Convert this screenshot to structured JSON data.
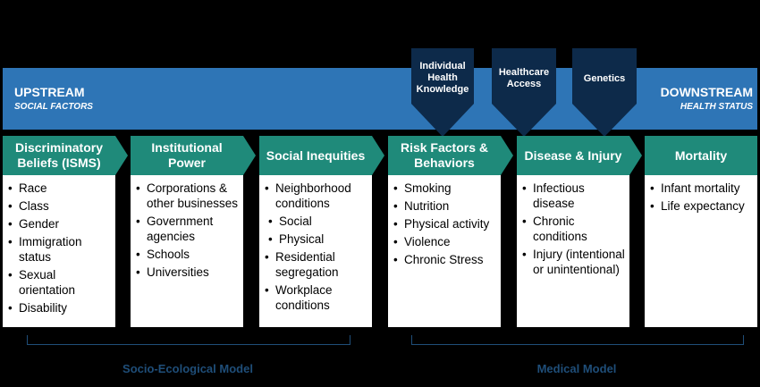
{
  "upstream": {
    "title": "UPSTREAM",
    "subtitle": "SOCIAL FACTORS"
  },
  "downstream": {
    "title": "DOWNSTREAM",
    "subtitle": "HEALTH STATUS"
  },
  "influences": [
    {
      "label": "Individual Health Knowledge",
      "lines": [
        "Individual",
        "Health",
        "Knowledge"
      ]
    },
    {
      "label": "Healthcare Access",
      "lines": [
        "Healthcare",
        "Access"
      ]
    },
    {
      "label": "Genetics",
      "lines": [
        "Genetics"
      ]
    }
  ],
  "columns": [
    {
      "title_lines": [
        "Discriminatory",
        "Beliefs (ISMS)"
      ],
      "items": [
        {
          "t": "Race"
        },
        {
          "t": "Class"
        },
        {
          "t": "Gender"
        },
        {
          "t": "Immigration status"
        },
        {
          "t": "Sexual orientation"
        },
        {
          "t": "Disability"
        }
      ]
    },
    {
      "title_lines": [
        "Institutional",
        "Power"
      ],
      "items": [
        {
          "t": "Corporations & other businesses"
        },
        {
          "t": "Government agencies"
        },
        {
          "t": "Schools"
        },
        {
          "t": "Universities"
        }
      ]
    },
    {
      "title_lines": [
        "Social Inequities"
      ],
      "items": [
        {
          "t": "Neighborhood conditions"
        },
        {
          "t": "Social",
          "sub": true
        },
        {
          "t": "Physical",
          "sub": true
        },
        {
          "t": "Residential segregation"
        },
        {
          "t": "Workplace conditions"
        }
      ]
    },
    {
      "title_lines": [
        "Risk Factors &",
        "Behaviors"
      ],
      "items": [
        {
          "t": "Smoking"
        },
        {
          "t": "Nutrition"
        },
        {
          "t": "Physical activity"
        },
        {
          "t": "Violence"
        },
        {
          "t": "Chronic Stress"
        }
      ]
    },
    {
      "title_lines": [
        "Disease & Injury"
      ],
      "items": [
        {
          "t": "Infectious disease"
        },
        {
          "t": "Chronic conditions"
        },
        {
          "t": "Injury (intentional or unintentional)"
        }
      ]
    },
    {
      "title_lines": [
        "Mortality"
      ],
      "items": [
        {
          "t": "Infant mortality"
        },
        {
          "t": "Life expectancy"
        }
      ]
    }
  ],
  "models": [
    {
      "label": "Socio-Ecological Model"
    },
    {
      "label": "Medical Model"
    }
  ],
  "colors": {
    "band": "#2e75b6",
    "header": "#1f8a7a",
    "influence": "#0d2a4a",
    "model_text": "#1f4e79"
  }
}
